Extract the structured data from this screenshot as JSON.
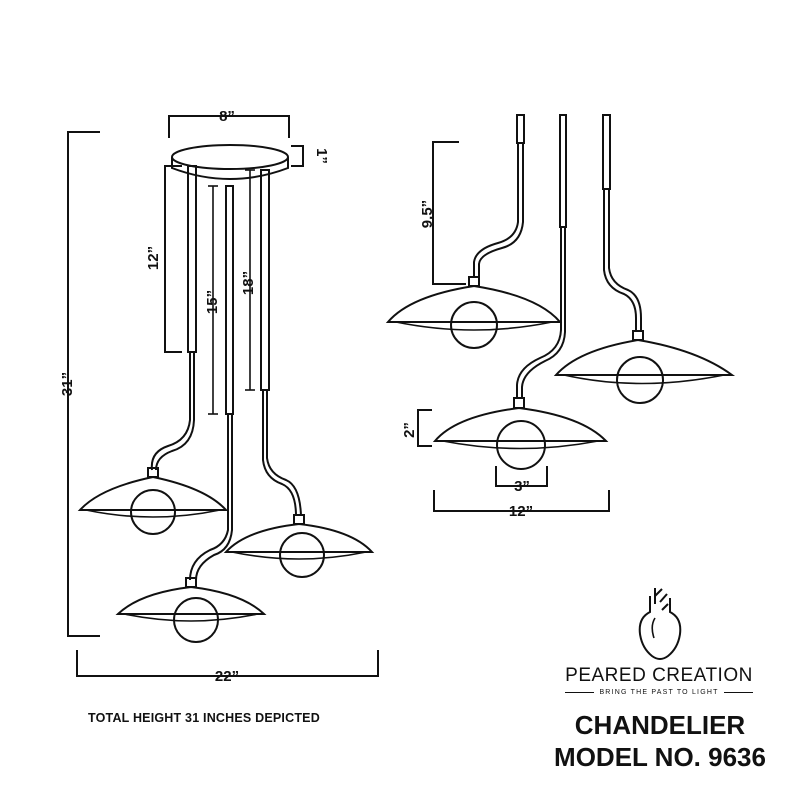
{
  "dimensions": {
    "canopy_width": "8”",
    "canopy_height": "1”",
    "rod_short": "12”",
    "rod_medium": "15”",
    "rod_long": "18”",
    "total_height": "31”",
    "overall_width": "22”",
    "gooseneck_height": "9.5”",
    "shade_depth": "2”",
    "socket_width": "3”",
    "shade_width": "12”"
  },
  "caption": "TOTAL HEIGHT 31 INCHES DEPICTED",
  "brand": {
    "name": "PEARED CREATION",
    "tagline": "BRING THE PAST TO LIGHT"
  },
  "product": {
    "type": "CHANDELIER",
    "model": "MODEL NO. 9636"
  },
  "icons": [
    "pear-bulb-logo-icon"
  ]
}
